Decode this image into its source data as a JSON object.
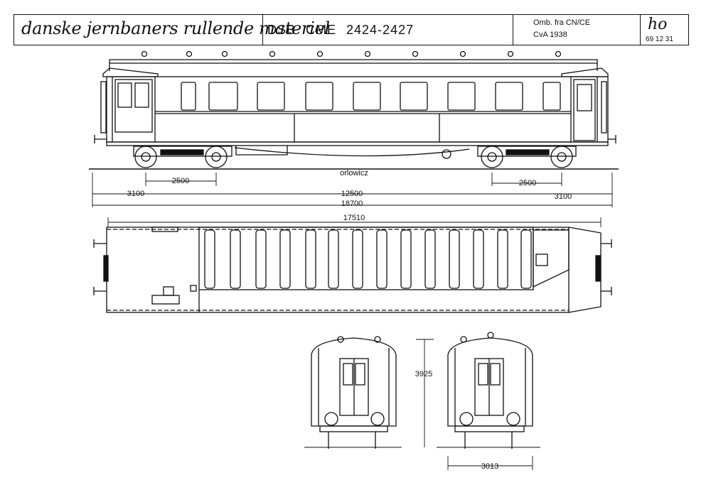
{
  "header": {
    "title": "danske jernbaners rullende materiel",
    "operator": "DSB",
    "class_code": "CME",
    "numbers": "2424-2427",
    "origin_line1": "Omb. fra CN/CE",
    "origin_line2": "CvA 1938",
    "initials": "ho",
    "date": "69 12 31"
  },
  "side_view": {
    "maker": "orlowicz",
    "dim_bogie_left": "2500",
    "dim_bogie_right": "2500",
    "dim_overhang_left": "3100",
    "dim_bogie_centres": "12500",
    "dim_overhang_right": "3100",
    "dim_length_over_buffers": "18700"
  },
  "plan_view": {
    "dim_body_length": "17510"
  },
  "end_views": {
    "dim_height": "3925",
    "dim_width": "3013"
  }
}
